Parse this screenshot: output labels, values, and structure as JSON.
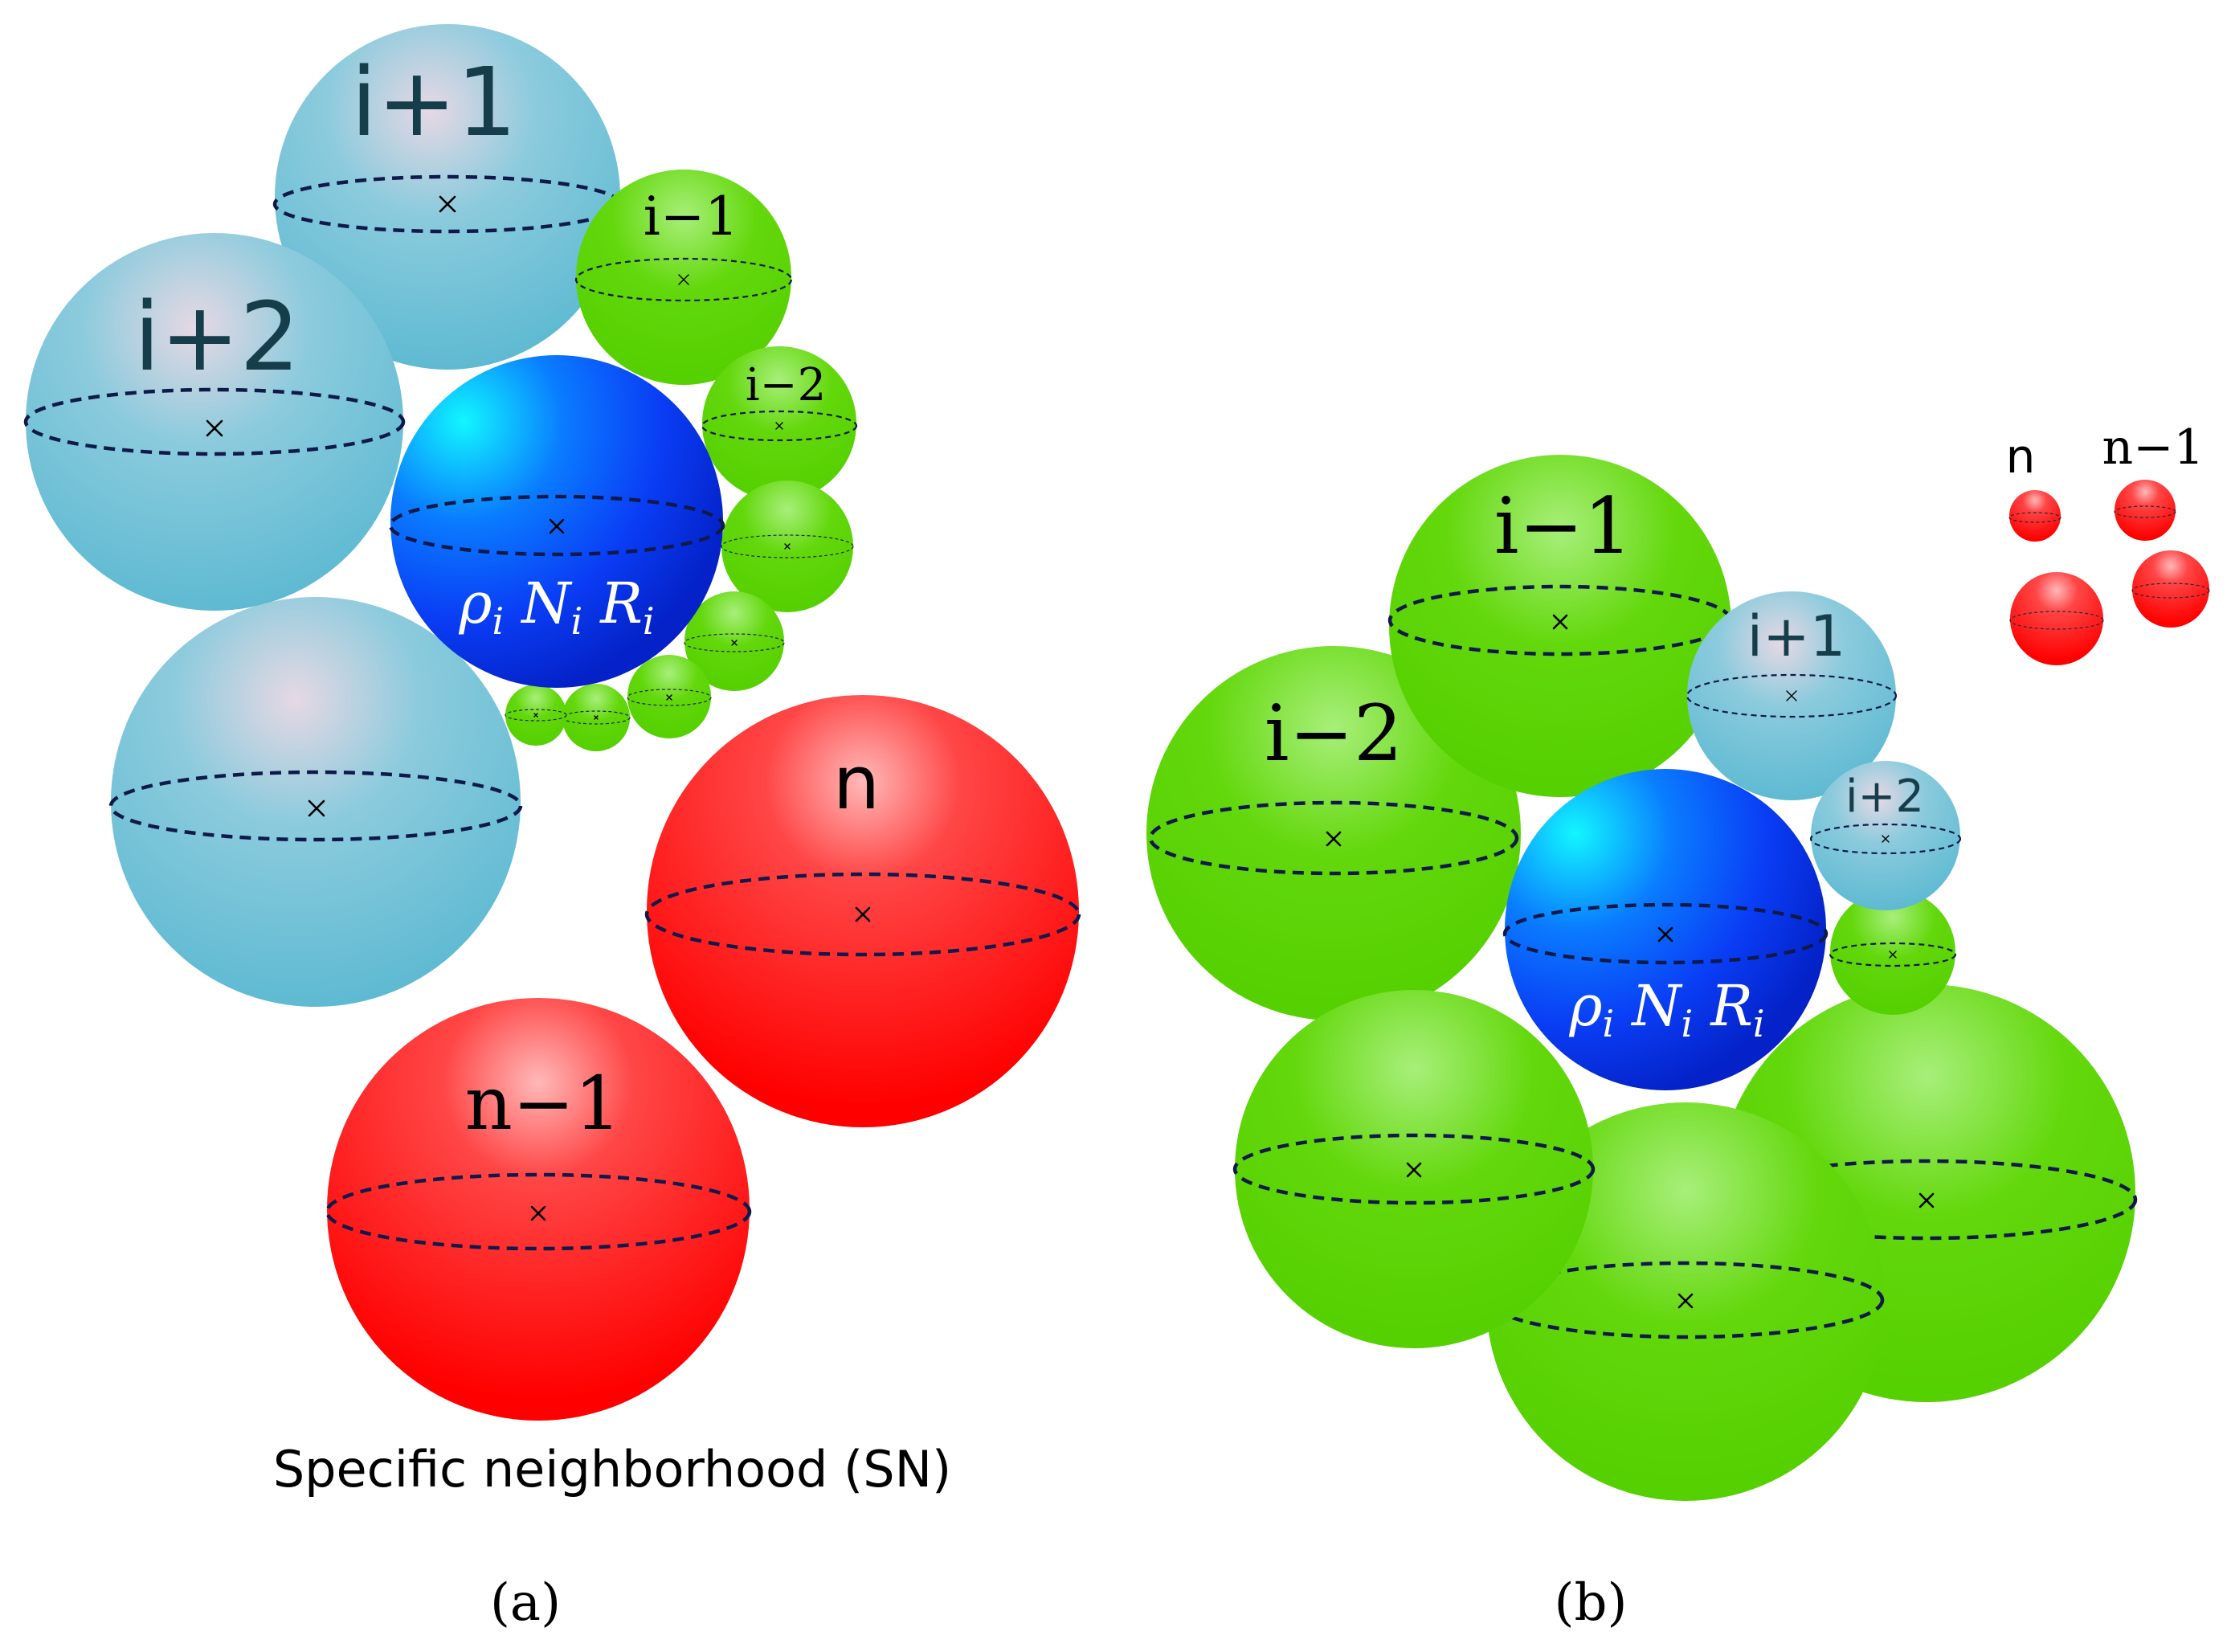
{
  "panel_a": {
    "labels": {
      "blue_i_plus_1": "i+1",
      "blue_i_plus_2": "i+2",
      "green_i_minus_1": "i−1",
      "green_i_minus_2": "i−2",
      "red_n": "n",
      "red_n_minus_1": "n−1",
      "center_rho": "ρ",
      "center_rho_sub": "i",
      "center_N": "N",
      "center_N_sub": "i",
      "center_R": "R",
      "center_R_sub": "i"
    },
    "caption": "Specific neighborhood (SN)",
    "panel_label": "(a)"
  },
  "panel_b": {
    "labels": {
      "green_i_minus_1": "i−1",
      "green_i_minus_2": "i−2",
      "blue_i_plus_1": "i+1",
      "blue_i_plus_2": "i+2",
      "red_n": "n",
      "red_n_minus_1": "n−1",
      "center_rho": "ρ",
      "center_rho_sub": "i",
      "center_N": "N",
      "center_N_sub": "i",
      "center_R": "R",
      "center_R_sub": "i"
    },
    "panel_label": "(b)"
  },
  "colors": {
    "center_particle": "#0a3df5",
    "blue_neighbors": "#5ebad2",
    "green_neighbors": "#58d200",
    "red_particles": "#ff0000",
    "equator_dashes": "#0f1a4a"
  },
  "icons": [
    "center-cross-icon"
  ]
}
